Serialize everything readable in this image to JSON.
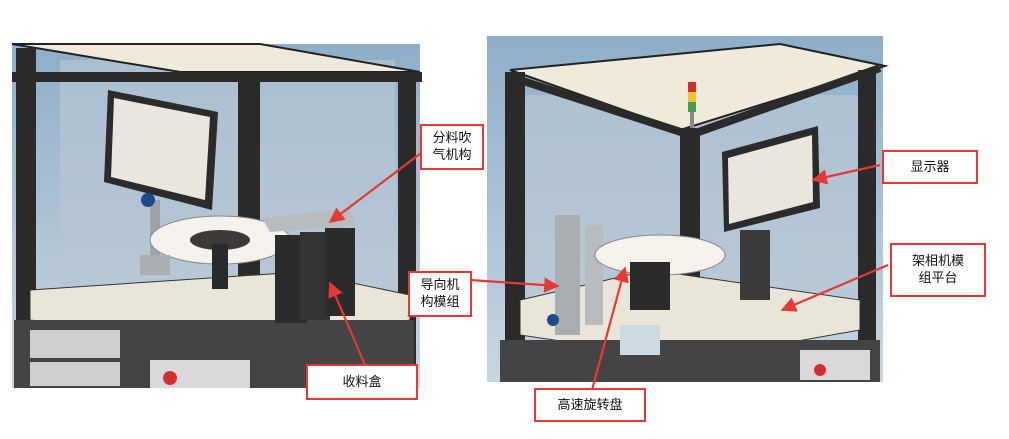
{
  "labels": {
    "left_blowing": "分料吹\n气机构",
    "left_guide": "导向机\n构模组",
    "left_bin": "收料盒",
    "right_display": "显示器",
    "right_camera": "架相机模\n组平台",
    "right_turntable": "高速旋转盘"
  },
  "colors": {
    "callout": "#e53935",
    "frame": "#222222",
    "panel": "#f2efe6",
    "glass": "#9fb8cf"
  }
}
